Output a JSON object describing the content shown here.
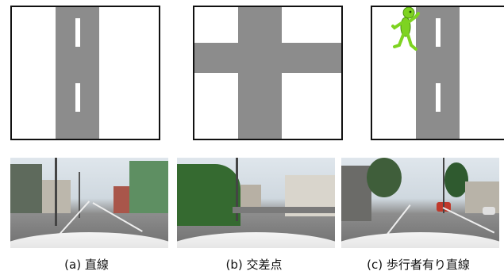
{
  "captions": {
    "a": "(a)  直線",
    "b": "(b)  交差点",
    "c": "(c) 歩行者有り直線"
  },
  "colors": {
    "road": "#8c8c8c",
    "pedestrian": "#7ed321",
    "frame": "#111111"
  },
  "icons": [
    "pedestrian-figure-icon"
  ]
}
